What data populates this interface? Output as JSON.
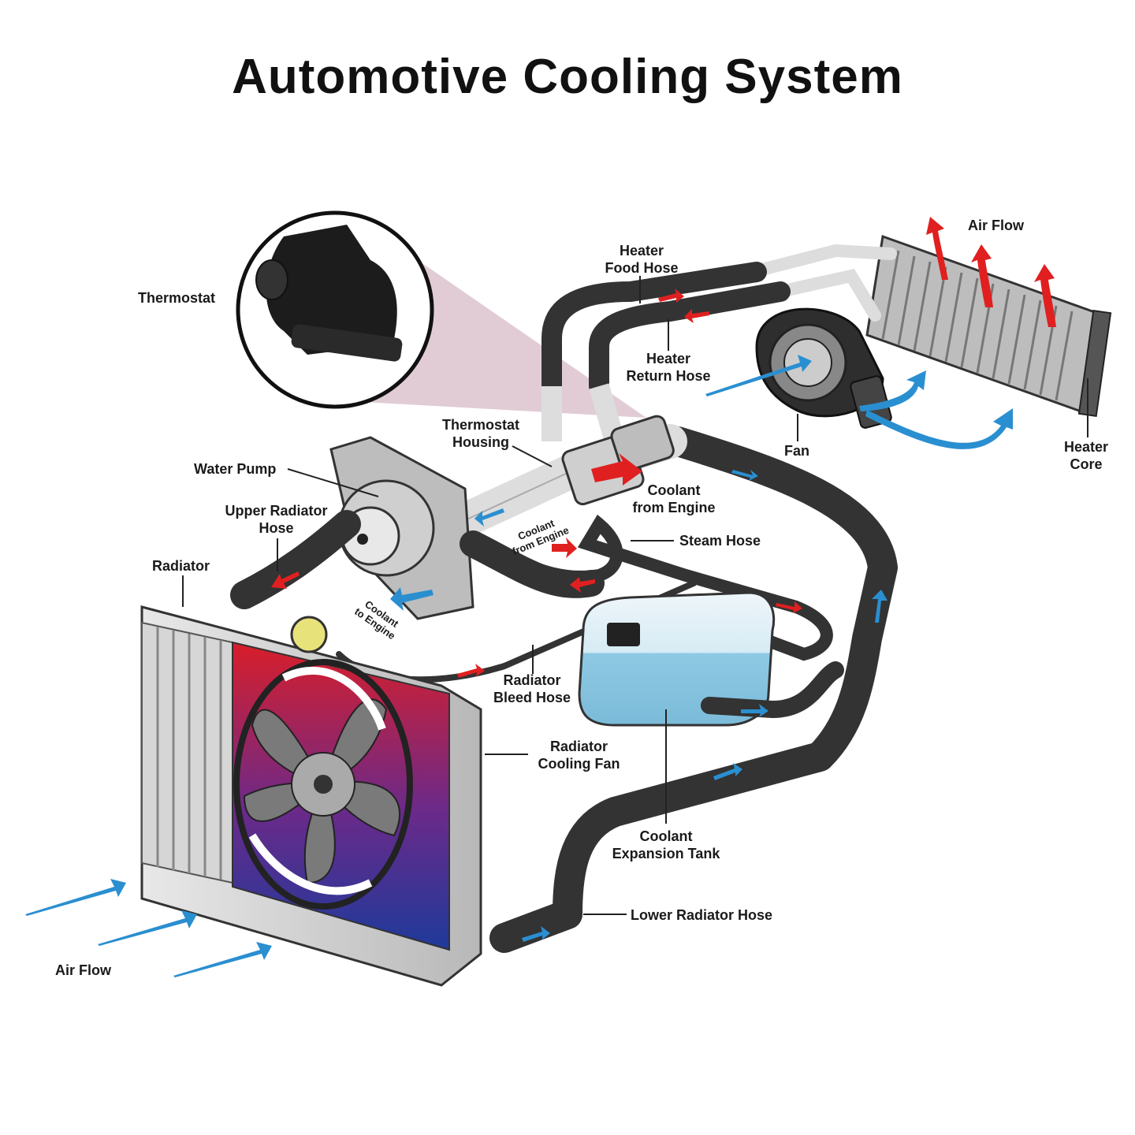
{
  "title": "Automotive Cooling System",
  "labels": {
    "thermostat": "Thermostat",
    "heater_food_hose": [
      "Heater",
      "Food Hose"
    ],
    "air_flow_top": "Air Flow",
    "heater_return_hose": [
      "Heater",
      "Return Hose"
    ],
    "thermostat_housing": [
      "Thermostat",
      "Housing"
    ],
    "water_pump": "Water Pump",
    "fan": "Fan",
    "heater_core": [
      "Heater",
      "Core"
    ],
    "coolant_from_engine": [
      "Coolant",
      "from Engine"
    ],
    "upper_radiator_hose": [
      "Upper Radiator",
      "Hose"
    ],
    "coolant_from_engine_small": [
      "Coolant",
      "from Engine"
    ],
    "steam_hose": "Steam Hose",
    "radiator": "Radiator",
    "coolant_to_engine": [
      "Coolant",
      "to Engine"
    ],
    "radiator_bleed_hose": [
      "Radiator",
      "Bleed Hose"
    ],
    "radiator_cooling_fan": [
      "Radiator",
      "Cooling Fan"
    ],
    "coolant_expansion_tank": [
      "Coolant",
      "Expansion Tank"
    ],
    "lower_radiator_hose": "Lower Radiator Hose",
    "air_flow_bottom": "Air Flow"
  },
  "colors": {
    "hose": "#333333",
    "hot_arrow": "#e02020",
    "cold_arrow": "#2a8fd0",
    "fan_gradient_top": "#d81e2a",
    "fan_gradient_bottom": "#1e3a9a",
    "tank": "#8ec9e3",
    "metal": "#c9c9c9",
    "callout_bg": "#d9bfcc"
  }
}
